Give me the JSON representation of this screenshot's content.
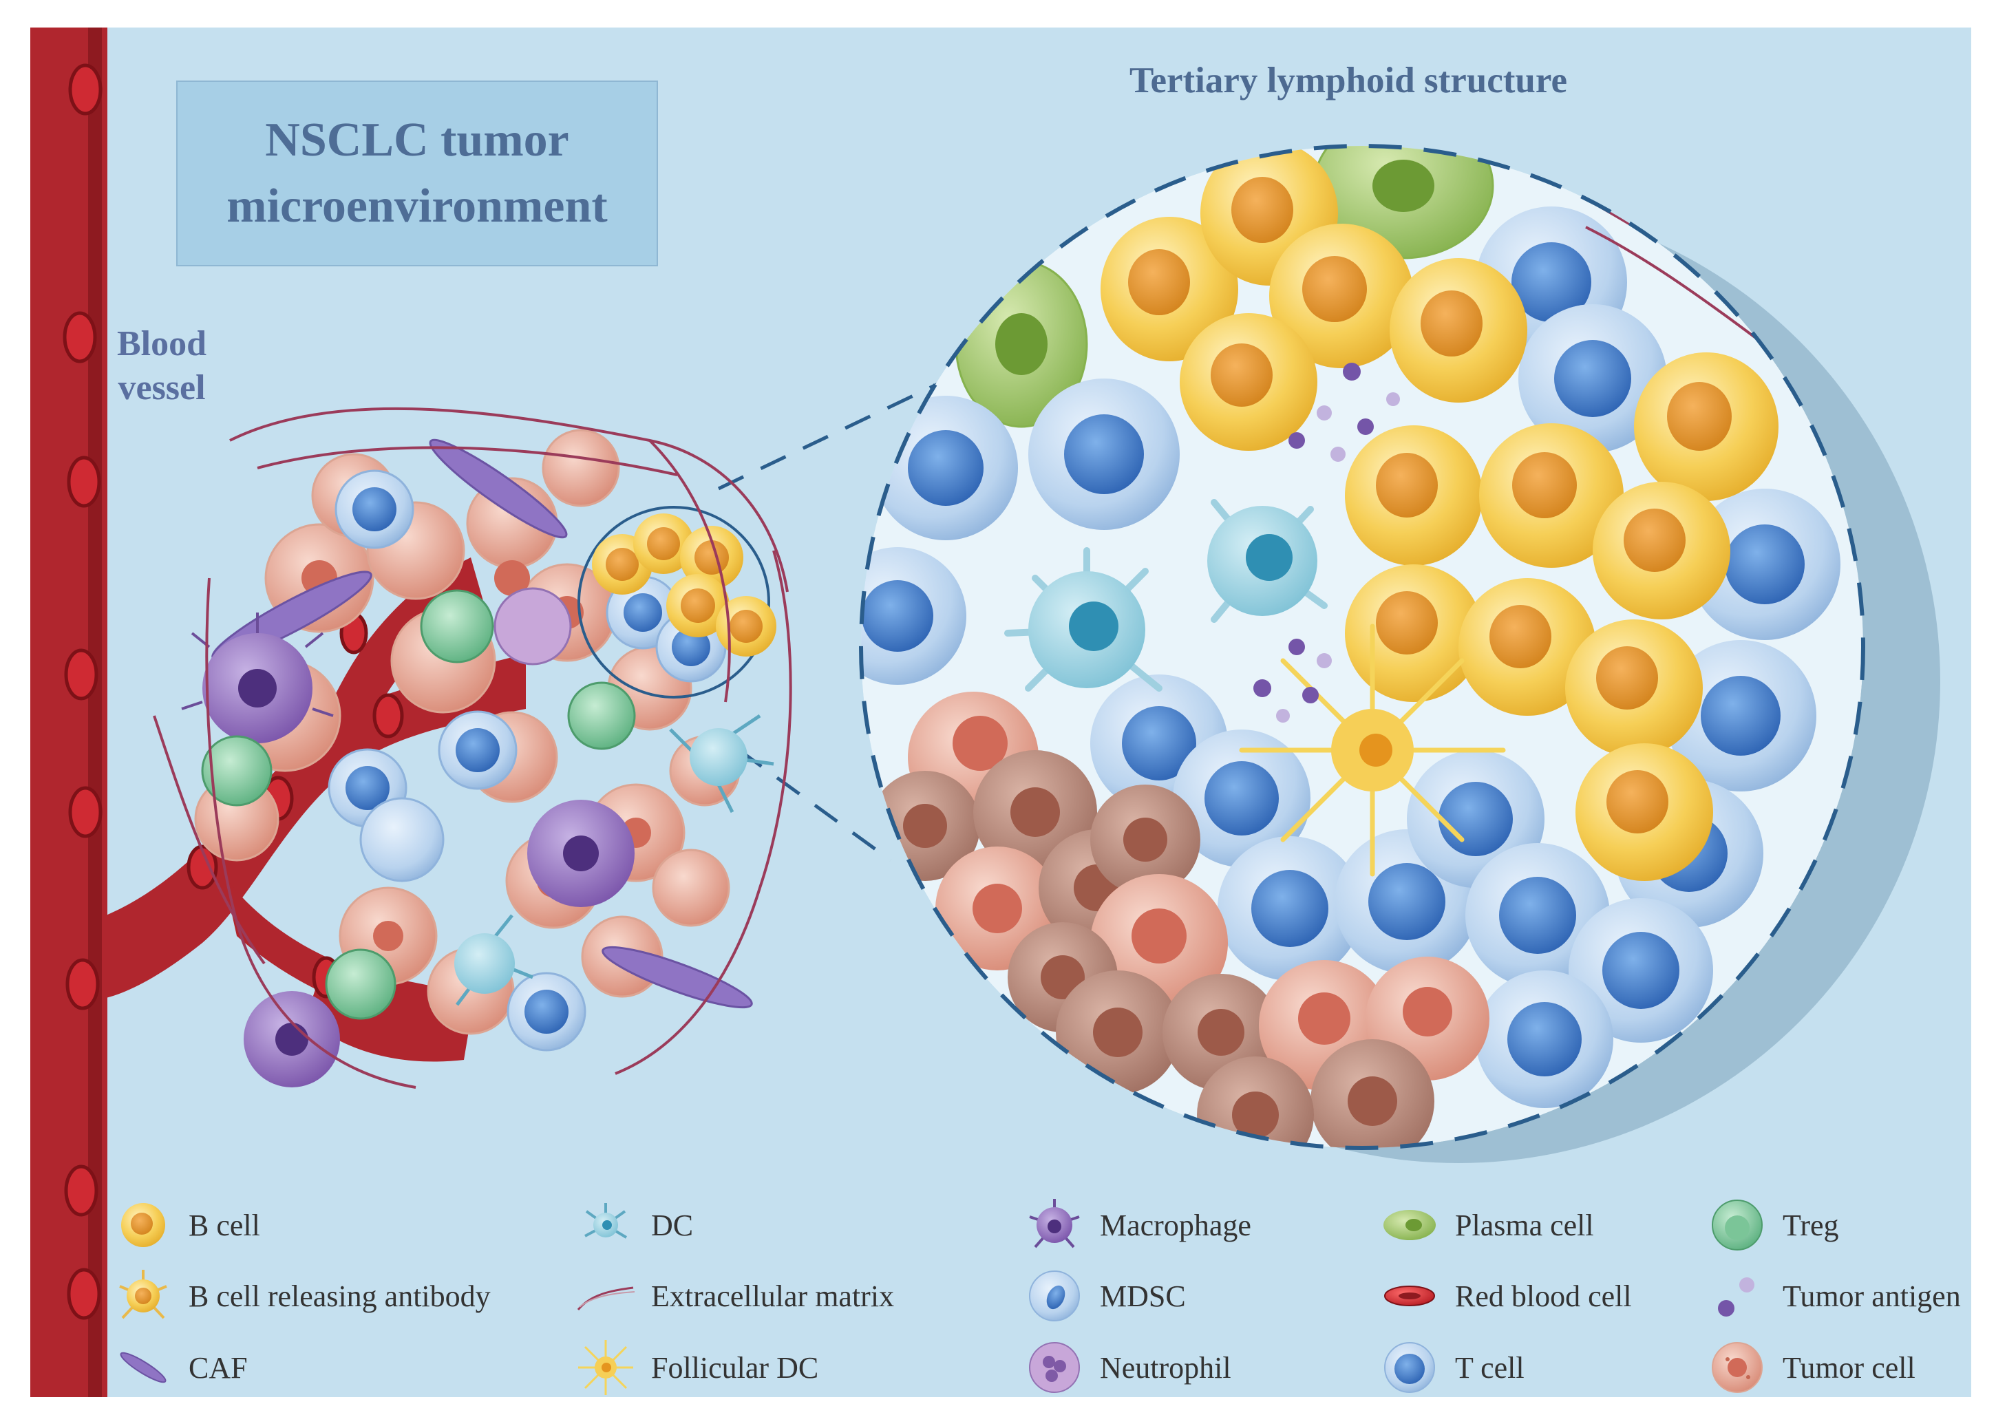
{
  "title": {
    "lines": [
      "NSCLC tumor",
      "microenvironment"
    ]
  },
  "labels": {
    "blood_vessel": [
      "Blood",
      "vessel"
    ],
    "tls": "Tertiary lymphoid structure"
  },
  "legend": {
    "items": [
      {
        "label": "B cell",
        "icon": "b-cell-icon"
      },
      {
        "label": "DC",
        "icon": "dc-icon"
      },
      {
        "label": "Macrophage",
        "icon": "macrophage-icon"
      },
      {
        "label": "Plasma cell",
        "icon": "plasma-cell-icon"
      },
      {
        "label": "Treg",
        "icon": "treg-icon"
      },
      {
        "label": "B cell releasing antibody",
        "icon": "b-cell-antibody-icon"
      },
      {
        "label": "Extracellular matrix",
        "icon": "ecm-icon"
      },
      {
        "label": "MDSC",
        "icon": "mdsc-icon"
      },
      {
        "label": "Red blood cell",
        "icon": "rbc-icon"
      },
      {
        "label": "Tumor antigen",
        "icon": "tumor-antigen-icon"
      },
      {
        "label": "CAF",
        "icon": "caf-icon"
      },
      {
        "label": "Follicular DC",
        "icon": "follicular-dc-icon"
      },
      {
        "label": "Neutrophil",
        "icon": "neutrophil-icon"
      },
      {
        "label": "T cell",
        "icon": "t-cell-icon"
      },
      {
        "label": "Tumor cell",
        "icon": "tumor-cell-icon"
      }
    ]
  },
  "colors": {
    "background": "#c5e0ef",
    "vessel": "#b0262e",
    "b_cell": "#f6cf57",
    "t_cell": "#4a86cf",
    "tumor_cell": "#e9a896",
    "plasma_cell": "#9cc35f",
    "treg": "#7bc598",
    "macrophage": "#8966b5",
    "dc": "#6ab8d0",
    "ecm": "#9b3b5a"
  }
}
